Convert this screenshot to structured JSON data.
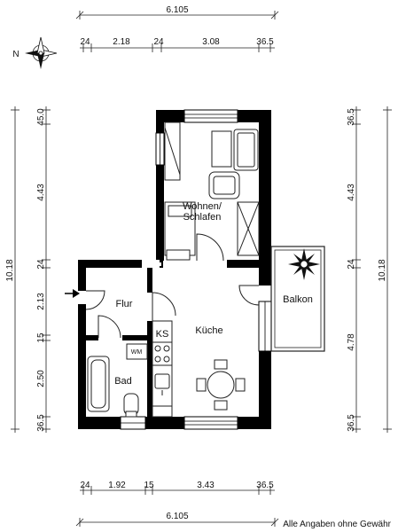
{
  "dimensions": {
    "top_total": "6.105",
    "top_segments": [
      "24",
      "2.18",
      "24",
      "3.08",
      "36.5"
    ],
    "bottom_segments": [
      "24",
      "1.92",
      "15",
      "3.43",
      "36.5"
    ],
    "bottom_total": "6.105",
    "left_total": "10.18",
    "left_segments": [
      "45.0",
      "4.43",
      "24",
      "2.13",
      "15",
      "2.50",
      "36.5"
    ],
    "right_total": "10.18",
    "right_segments": [
      "36.5",
      "4.43",
      "24",
      "4.78",
      "36.5"
    ]
  },
  "rooms": {
    "living": [
      "Wohnen/",
      "Schlafen"
    ],
    "hall": "Flur",
    "kitchen": "Küche",
    "bath": "Bad",
    "balcony": "Balkon",
    "storage": "KS",
    "washer": "WM"
  },
  "compass": {
    "north_label": "N"
  },
  "disclaimer": "Alle Angaben ohne Gewähr",
  "colors": {
    "wall": "#000000",
    "line": "#222222",
    "background": "#ffffff"
  }
}
